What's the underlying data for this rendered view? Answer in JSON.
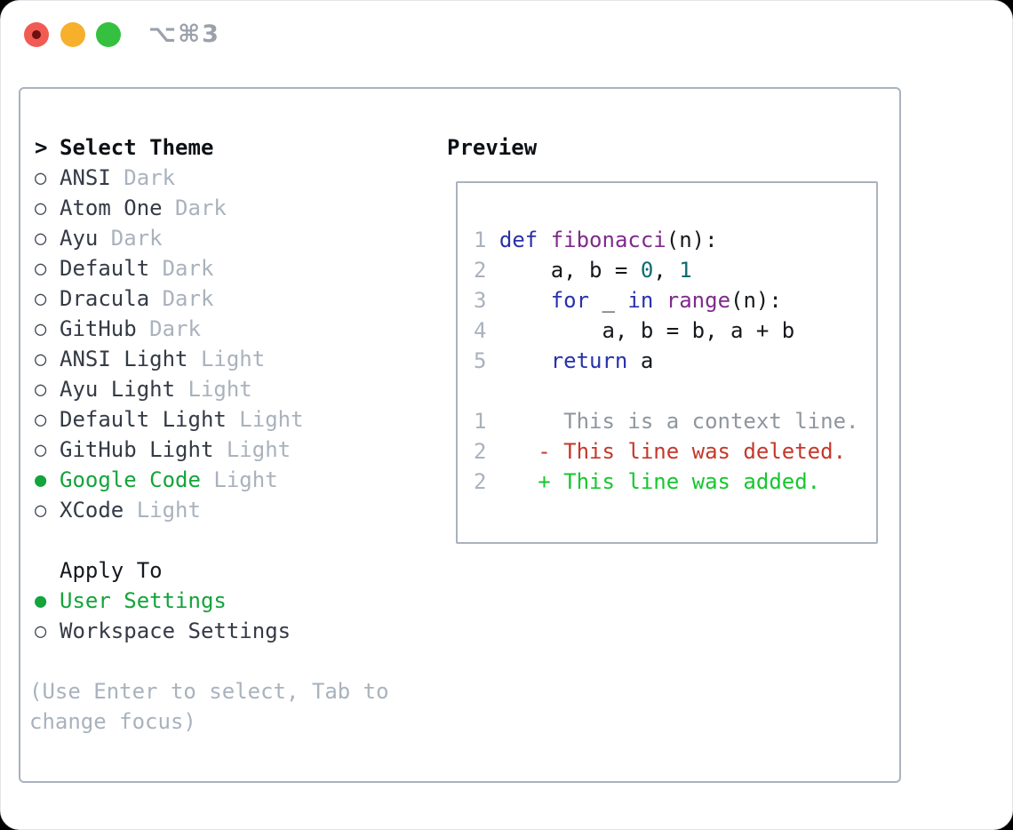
{
  "window": {
    "title": "⌥⌘3"
  },
  "theme_panel": {
    "prompt": ">",
    "header": "Select Theme",
    "themes": [
      {
        "name": "ANSI",
        "variant": "Dark",
        "selected": false
      },
      {
        "name": "Atom One",
        "variant": "Dark",
        "selected": false
      },
      {
        "name": "Ayu",
        "variant": "Dark",
        "selected": false
      },
      {
        "name": "Default",
        "variant": "Dark",
        "selected": false
      },
      {
        "name": "Dracula",
        "variant": "Dark",
        "selected": false
      },
      {
        "name": "GitHub",
        "variant": "Dark",
        "selected": false
      },
      {
        "name": "ANSI Light",
        "variant": "Light",
        "selected": false
      },
      {
        "name": "Ayu Light",
        "variant": "Light",
        "selected": false
      },
      {
        "name": "Default Light",
        "variant": "Light",
        "selected": false
      },
      {
        "name": "GitHub Light",
        "variant": "Light",
        "selected": false
      },
      {
        "name": "Google Code",
        "variant": "Light",
        "selected": true
      },
      {
        "name": "XCode",
        "variant": "Light",
        "selected": false
      }
    ],
    "apply_to": {
      "header": "Apply To",
      "options": [
        {
          "label": "User Settings",
          "selected": true
        },
        {
          "label": "Workspace Settings",
          "selected": false
        }
      ]
    },
    "help_text": "(Use Enter to select, Tab to change focus)",
    "radio_unselected_glyph": "○",
    "radio_selected_glyph": "●"
  },
  "preview": {
    "header": "Preview",
    "code_lines": [
      {
        "num": "1",
        "tokens": [
          [
            "kw",
            "def"
          ],
          [
            "pl",
            " "
          ],
          [
            "fn",
            "fibonacci"
          ],
          [
            "pl",
            "(n):"
          ]
        ]
      },
      {
        "num": "2",
        "tokens": [
          [
            "pl",
            "    a, b = "
          ],
          [
            "lit",
            "0"
          ],
          [
            "pl",
            ", "
          ],
          [
            "lit",
            "1"
          ]
        ]
      },
      {
        "num": "3",
        "tokens": [
          [
            "pl",
            "    "
          ],
          [
            "kw",
            "for"
          ],
          [
            "pl",
            " _ "
          ],
          [
            "kw",
            "in"
          ],
          [
            "pl",
            " "
          ],
          [
            "fn",
            "range"
          ],
          [
            "pl",
            "(n):"
          ]
        ]
      },
      {
        "num": "4",
        "tokens": [
          [
            "pl",
            "        a, b = b, a + b"
          ]
        ]
      },
      {
        "num": "5",
        "tokens": [
          [
            "pl",
            "    "
          ],
          [
            "kw",
            "return"
          ],
          [
            "pl",
            " a"
          ]
        ]
      }
    ],
    "diff_lines": [
      {
        "num": "1",
        "type": "context",
        "content": "     This is a context line."
      },
      {
        "num": "2",
        "type": "deleted",
        "content": "   - This line was deleted."
      },
      {
        "num": "2",
        "type": "added",
        "content": "   + This line was added."
      }
    ]
  },
  "colors": {
    "accent_green": "#13a43b",
    "primary_text": "#343b46",
    "header_text": "#0d1116",
    "dim_text": "#a9b2bd",
    "border": "#a9b2bd",
    "line_number": "#a9b2bd",
    "syntax_keyword": "#2832aa",
    "syntax_function": "#7f2a8c",
    "syntax_literal": "#0e6b70",
    "syntax_plain": "#15181c",
    "diff_context": "#8f969e",
    "diff_deleted": "#c5372b",
    "diff_added": "#16c72e",
    "traffic_red": "#f15b51",
    "traffic_yellow": "#f6b02c",
    "traffic_green": "#35c13f"
  }
}
